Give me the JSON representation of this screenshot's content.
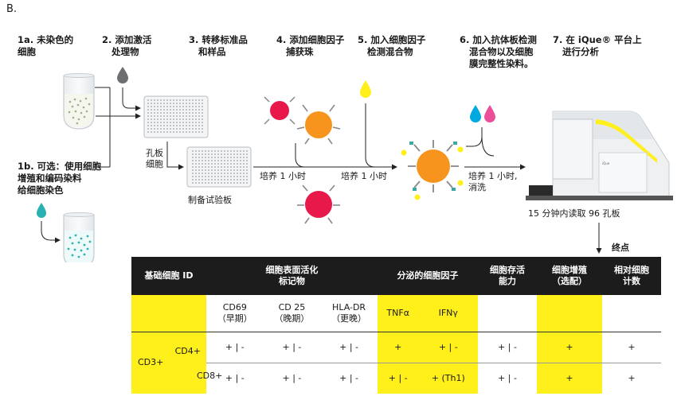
{
  "panel_label": "B.",
  "steps": {
    "s1a": [
      "1a. 未染色的",
      "细胞"
    ],
    "s1b": [
      "1b. 可选：使用细胞",
      "增殖和编码染料",
      "给细胞染色"
    ],
    "s2": [
      "2. 添加激活",
      "处理物"
    ],
    "s3": [
      "3. 转移标准品",
      "和样品"
    ],
    "s4": [
      "4. 添加细胞因子",
      "捕获珠"
    ],
    "s5": [
      "5. 加入细胞因子",
      "检测混合物"
    ],
    "s6": [
      "6. 加入抗体板检测",
      "混合物以及细胞",
      "膜完整性染料。"
    ],
    "s7": [
      "7. 在 iQue® 平台上",
      "进行分析"
    ]
  },
  "labels": {
    "plate_top": [
      "孔板",
      "细胞"
    ],
    "prep_plate": "制备试验板",
    "incubate1": "培养 1 小时",
    "incubate2": "培养 1 小时",
    "incubate3": [
      "培养 1 小时,",
      "消洗"
    ],
    "read": "15 分钟内读取 96 孔板",
    "endpoint": "终点",
    "instrument_brand": "iQue"
  },
  "colors": {
    "yellow": "#ffef1a",
    "red": "#e8194a",
    "orange": "#f7941d",
    "gray_drop": "#6d6e71",
    "cyan_drop": "#00a9e0",
    "magenta_drop": "#ec4f9a",
    "teal_drop": "#2bb1b1",
    "header_bg": "#1c1c1c"
  },
  "table": {
    "headers": [
      "基础细胞 ID",
      "细胞表面活化\n标记物",
      "分泌的细胞因子",
      "细胞存活\n能力",
      "细胞增殖\n（选配）",
      "相对细胞\n计数"
    ],
    "subheaders": {
      "cd69": "CD69\n（早期）",
      "cd25": "CD 25\n（晚期）",
      "hladr": "HLA-DR\n（更晚）",
      "tnfa": "TNFα",
      "ifng": "IFNγ"
    },
    "cd3": "CD3+",
    "rows": [
      {
        "id": "CD4+",
        "cd69": "+ | -",
        "cd25": "+ | -",
        "hladr": "+ | -",
        "tnfa": "+",
        "ifng": "+ | -",
        "viab": "+ | -",
        "prolif": "+",
        "count": "+"
      },
      {
        "id": "CD8+",
        "cd69": "+ | -",
        "cd25": "+ | -",
        "hladr": "+ | -",
        "tnfa": "+ | -",
        "ifng": "+ (Th1)",
        "viab": "+ | -",
        "prolif": "+",
        "count": "+"
      }
    ]
  }
}
